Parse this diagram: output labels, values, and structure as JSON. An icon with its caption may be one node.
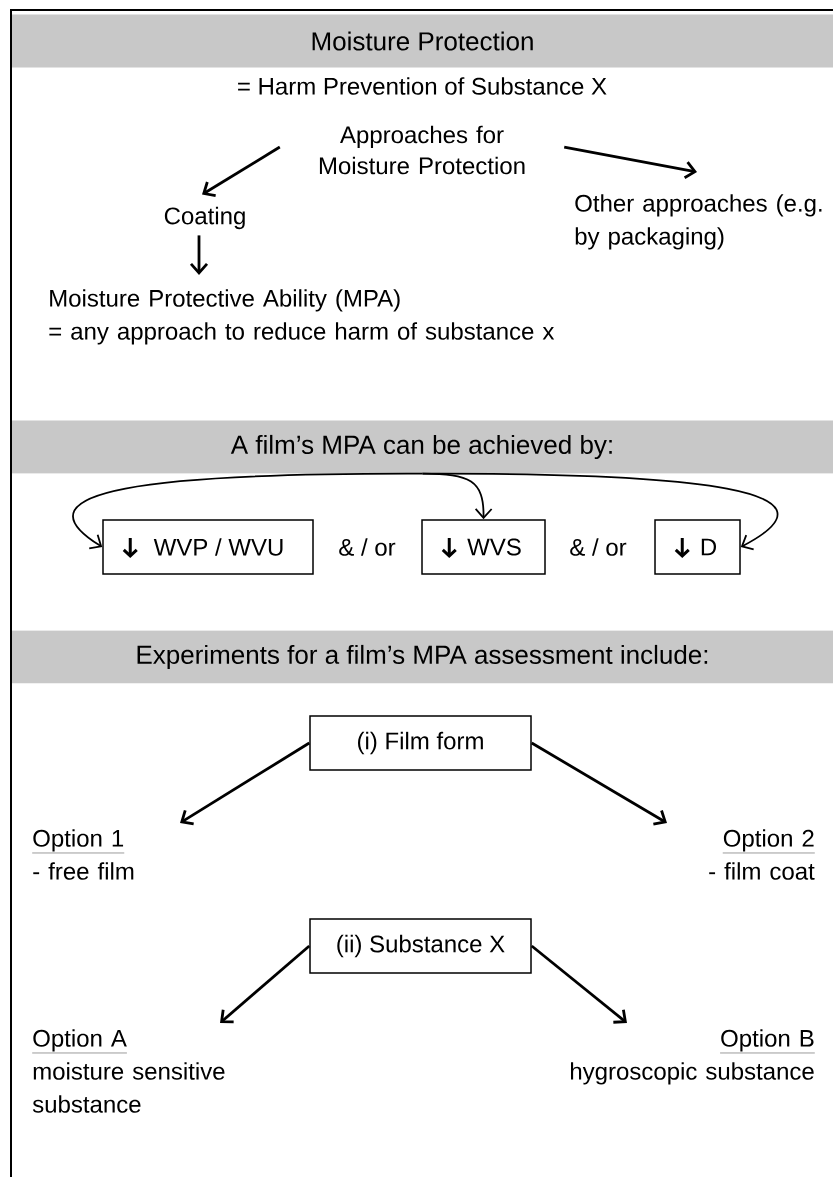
{
  "diagram": {
    "nodes": [
      {
        "text": [
          "Moisture Protection"
        ]
      },
      {
        "text": [
          "Approaches for Moisture Protection"
        ]
      },
      {
        "text": [
          "Coating"
        ]
      },
      {
        "text": [
          "Other approaches (e.g. by packaging)"
        ]
      },
      {
        "text": [
          "Moisture Protective Ability (MPA)",
          "= any approach to reduce harm of substance x"
        ]
      },
      {
        "text": [
          "A film’s MPA can be achieved by:"
        ]
      },
      {
        "text": [
          "WVP / WVU"
        ]
      },
      {
        "text": [
          "WVS"
        ]
      },
      {
        "text": [
          "D"
        ]
      },
      {
        "text": [
          "Experiments for a film’s MPA assessment include:"
        ]
      },
      {
        "text": [
          "(i) Film form"
        ]
      },
      {
        "text": [
          "Option 1",
          "- free film"
        ]
      },
      {
        "text": [
          "Option 2",
          "- film coat"
        ]
      },
      {
        "text": [
          "(ii) Substance X"
        ]
      },
      {
        "text": [
          "Option A",
          "moisture sensitive substance"
        ]
      },
      {
        "text": [
          "Option B",
          "hygroscopic substance"
        ]
      }
    ],
    "edges": [
      {
        "from": 1,
        "to": 2,
        "arrow": "to"
      },
      {
        "from": 1,
        "to": 3,
        "arrow": "to"
      },
      {
        "from": 2,
        "to": 4,
        "arrow": "to"
      },
      {
        "from": 5,
        "to": 6,
        "arrow": "to"
      },
      {
        "from": 5,
        "to": 7,
        "arrow": "to"
      },
      {
        "from": 5,
        "to": 8,
        "arrow": "to"
      },
      {
        "from": 10,
        "to": 11,
        "arrow": "to"
      },
      {
        "from": 10,
        "to": 12,
        "arrow": "to"
      },
      {
        "from": 13,
        "to": 14,
        "arrow": "to"
      },
      {
        "from": 13,
        "to": 15,
        "arrow": "to"
      }
    ],
    "labels": [
      "= Harm Prevention of Substance X",
      "& / or",
      "& / or"
    ]
  }
}
